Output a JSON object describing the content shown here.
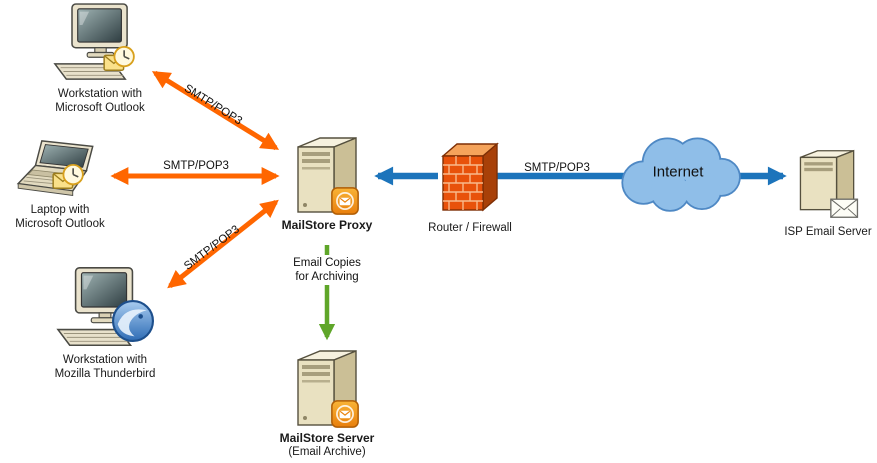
{
  "colors": {
    "arrow_orange": "#FF6600",
    "arrow_blue": "#1C74BB",
    "arrow_green": "#5FA629",
    "cloud_fill": "#8FBEE8",
    "cloud_stroke": "#4E88C4",
    "background": "#FFFFFF"
  },
  "nodes": {
    "workstation_outlook": {
      "line1": "Workstation with",
      "line2": "Microsoft Outlook"
    },
    "laptop_outlook": {
      "line1": "Laptop with",
      "line2": "Microsoft Outlook"
    },
    "workstation_thunderbird": {
      "line1": "Workstation with",
      "line2": "Mozilla Thunderbird"
    },
    "mailstore_proxy": {
      "label": "MailStore Proxy"
    },
    "router_firewall": {
      "label": "Router / Firewall"
    },
    "internet": {
      "label": "Internet"
    },
    "isp_email_server": {
      "label": "ISP Email Server"
    },
    "mailstore_server": {
      "label": "MailStore Server",
      "sublabel": "(Email Archive)"
    }
  },
  "edges": {
    "workstation_to_proxy": {
      "label": "SMTP/POP3",
      "type": "double-arrow"
    },
    "laptop_to_proxy": {
      "label": "SMTP/POP3",
      "type": "double-arrow"
    },
    "thunderbird_to_proxy": {
      "label": "SMTP/POP3",
      "type": "double-arrow"
    },
    "firewall_to_proxy": {
      "type": "arrow"
    },
    "internet_to_isp": {
      "label": "SMTP/POP3",
      "type": "arrow"
    },
    "proxy_to_archive": {
      "line1": "Email Copies",
      "line2": "for Archiving",
      "type": "arrow"
    }
  },
  "icons": {
    "workstation": "desktop-computer-icon",
    "laptop": "laptop-icon",
    "outlook": "outlook-badge-icon",
    "thunderbird": "thunderbird-badge-icon",
    "server": "server-tower-icon",
    "mailstore": "mailstore-badge-icon",
    "firewall": "firewall-brick-wall-icon",
    "internet": "cloud-icon",
    "email_server": "server-envelope-icon"
  }
}
